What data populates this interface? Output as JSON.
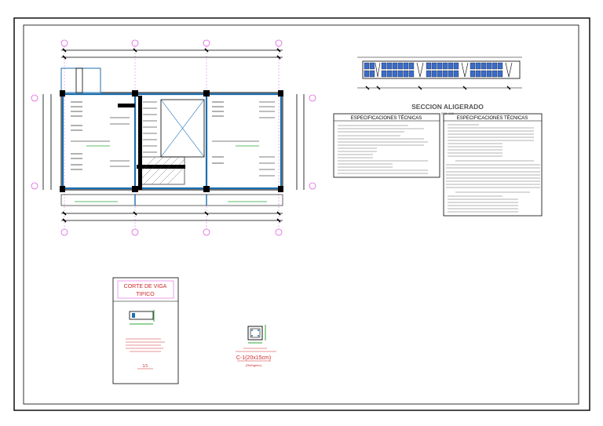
{
  "drawing": {
    "section_title": "SECCION ALIGERADO",
    "section_scale": "ESC: 1/10"
  },
  "specs_left": {
    "heading": "ESPECIFICACIONES TÉCNICAS"
  },
  "specs_right": {
    "heading": "ESPECIFICACIONES TÉCNICAS"
  },
  "detail": {
    "title_line1": "CORTE DE VIGA",
    "title_line2": "TIPICO",
    "column_label": "C-1(20x15cm)",
    "column_sub": "(Refrigerio)",
    "scale_mark": "1/1"
  },
  "colors": {
    "axis": "#e060e0",
    "line": "#000000",
    "beam": "#1c6fb0",
    "accent": "#d0282d",
    "green": "#2aa838"
  }
}
